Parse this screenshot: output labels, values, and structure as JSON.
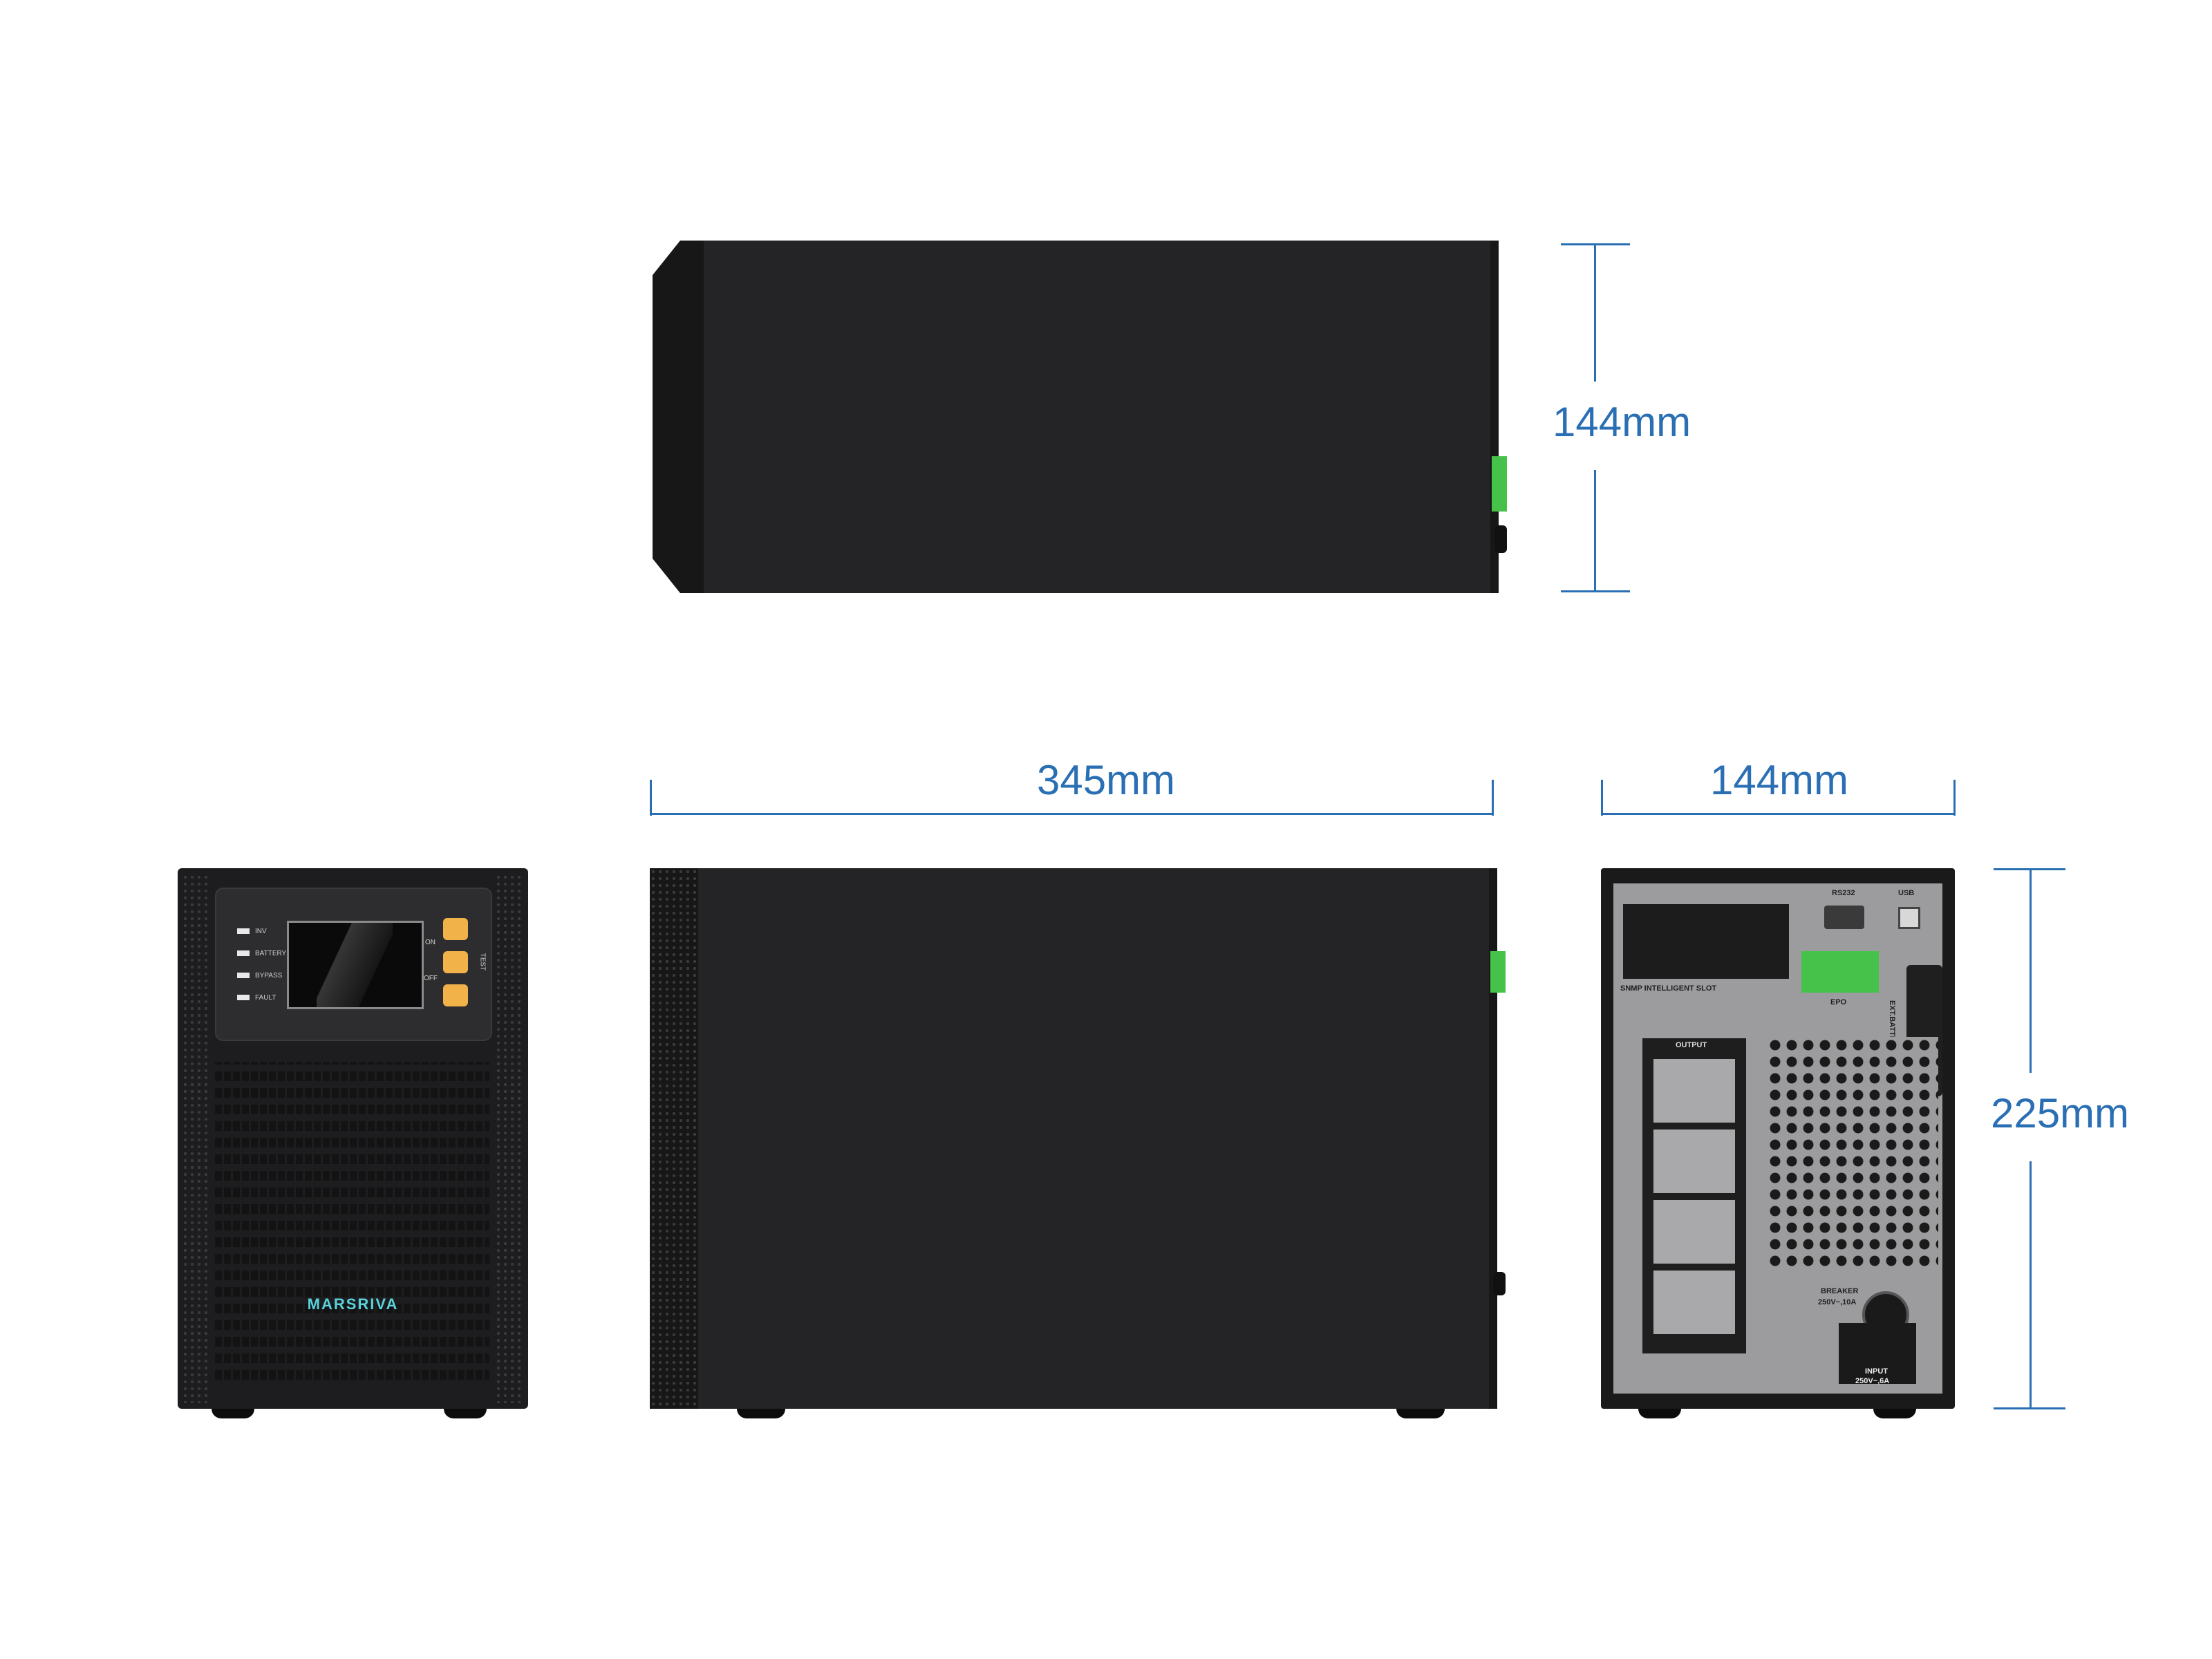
{
  "dimensions": {
    "top_view_height": "144mm",
    "side_length": "345mm",
    "rear_width": "144mm",
    "rear_height": "225mm"
  },
  "front_panel": {
    "indicators": [
      "INV",
      "BATTERY",
      "BYPASS",
      "FAULT"
    ],
    "button_labels": [
      "ON",
      "TEST",
      "OFF"
    ],
    "brand": "MARSRIVA",
    "button_color": "#f2b24a",
    "brand_color": "#5ad2dc"
  },
  "rear_panel": {
    "snmp_label": "SNMP INTELLIGENT SLOT",
    "rs232_label": "RS232",
    "usb_label": "USB",
    "epo_label": "EPO",
    "ext_battery_label": "EXT.BATTERY",
    "output_label": "OUTPUT",
    "breaker_label": "BREAKER",
    "breaker_rating": "250V~,10A",
    "input_label": "INPUT",
    "input_rating": "250V~,6A",
    "epo_color": "#46c24a"
  },
  "accent_color": "#2a6fb4"
}
